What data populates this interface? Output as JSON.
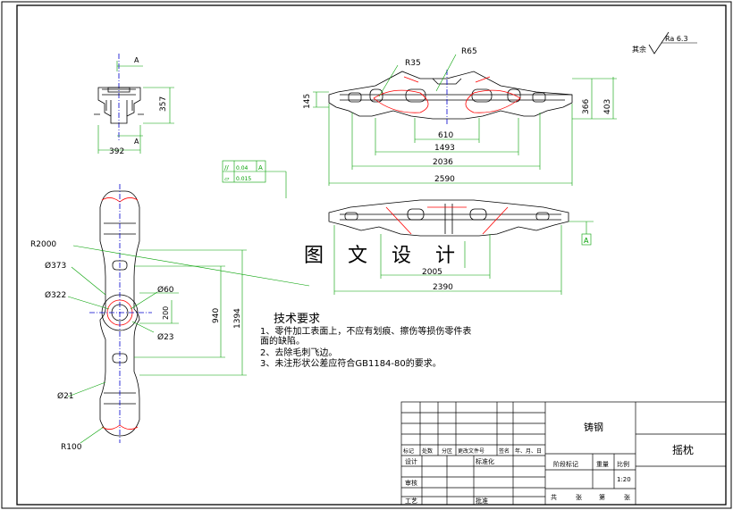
{
  "colors": {
    "border": "#000000",
    "part": "#000000",
    "dimension": "#00a000",
    "section": "#ff0000",
    "hidden": "#0000cc",
    "wire": "#cc0000",
    "magenta": "#cc00cc"
  },
  "roughness": {
    "prefix": "其余",
    "value": "Ra 6.3"
  },
  "watermark": "图 文 设 计",
  "side_view": {
    "section_letter_top": "A",
    "section_letter_bottom": "A",
    "height": "357",
    "width": "392"
  },
  "front_view": {
    "r35": "R35",
    "r65": "R65",
    "h145": "145",
    "h366": "366",
    "h403": "403",
    "w610": "610",
    "w1493": "1493",
    "w2036": "2036",
    "w2590": "2590"
  },
  "tolerance": {
    "row1_symbol": "//",
    "row1_value": "0.04",
    "row1_datum": "A",
    "row2_symbol": "▱",
    "row2_value": "0.015"
  },
  "bottom_view": {
    "datum": "A",
    "w2005": "2005",
    "w2390": "2390"
  },
  "plan_view": {
    "r2000": "R2000",
    "d373": "Ø373",
    "d322": "Ø322",
    "d60": "Ø60",
    "d200": "200",
    "d23": "Ø23",
    "d21": "Ø21",
    "r100": "R100",
    "l940": "940",
    "l1394": "1394"
  },
  "tech_requirements": {
    "title": "技术要求",
    "items": [
      "1、零件加工表面上，不应有划痕、擦伤等损伤零件表",
      "   面的缺陷。",
      "2、去除毛刺飞边。",
      "3、未注形状公差应符合GB1184-80的要求。"
    ]
  },
  "title_block": {
    "material": "铸钢",
    "part_name": "摇枕",
    "scale": "1:20",
    "row_labels": [
      "标记",
      "处数",
      "分区",
      "更改文件号",
      "签名",
      "年、月、日"
    ],
    "design": "设计",
    "standardize": "标准化",
    "review": "审核",
    "process": "工艺",
    "approve": "批准",
    "stage_mark": "阶段标记",
    "weight": "重量",
    "ratio": "比例",
    "sheets": [
      "共",
      "张",
      "第",
      "张"
    ]
  }
}
